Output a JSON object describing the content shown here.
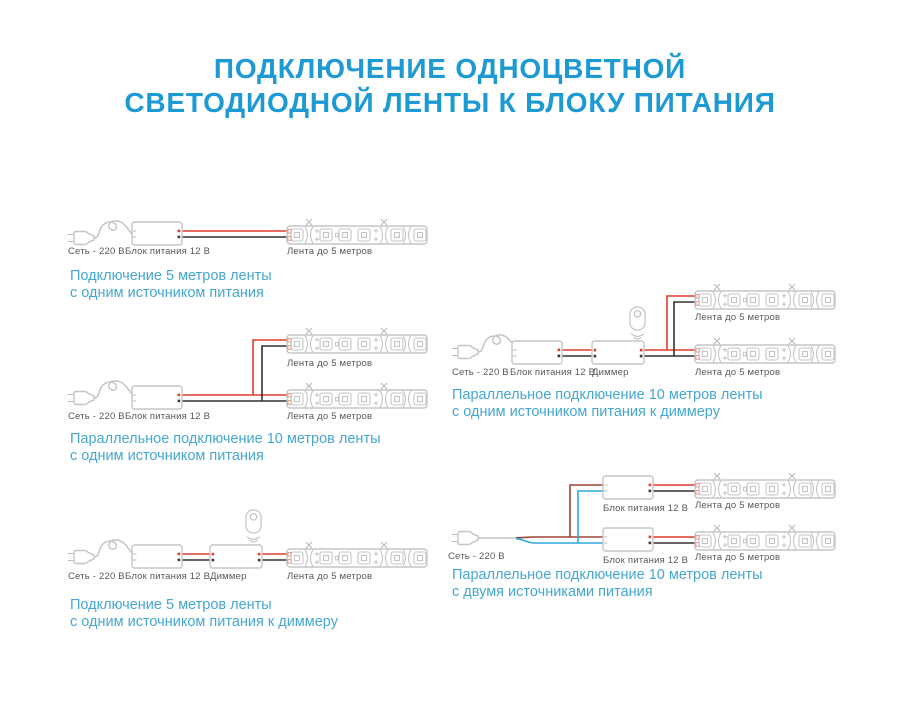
{
  "title": {
    "line1": "ПОДКЛЮЧЕНИЕ ОДНОЦВЕТНОЙ",
    "line2": "СВЕТОДИОДНОЙ ЛЕНТЫ К БЛОКУ ПИТАНИЯ"
  },
  "shared_labels": {
    "mains": "Сеть - 220 В",
    "psu": "Блок питания 12 В",
    "dimmer": "Диммер",
    "strip": "Лента до 5 метров"
  },
  "diagrams": [
    {
      "caption_line1": "Подключение 5 метров ленты",
      "caption_line2": "с одним источником питания"
    },
    {
      "caption_line1": "Параллельное подключение 10 метров ленты",
      "caption_line2": "с одним источником питания"
    },
    {
      "caption_line1": "Подключение 5 метров ленты",
      "caption_line2": "с одним источником питания к диммеру"
    },
    {
      "caption_line1": "Параллельное подключение 10 метров ленты",
      "caption_line2": "с одним источником питания к диммеру"
    },
    {
      "caption_line1": "Параллельное подключение 10 метров ленты",
      "caption_line2": "с двумя источниками питания"
    }
  ],
  "icons": [
    "power-plug-icon",
    "psu-box",
    "dimmer-box",
    "led-strip",
    "remote-control-icon",
    "cut-mark-icon",
    "radio-waves-icon"
  ],
  "colors": {
    "title_blue": "#1d9ad3",
    "caption_blue": "#45a7d1",
    "label_gray": "#56585a",
    "outline_gray": "#c3c6c8",
    "wire_red_dc": "#e23b2e",
    "wire_black_dc": "#343031",
    "wire_blue_ac": "#2fa9de",
    "wire_brown_ac": "#9e4434"
  }
}
